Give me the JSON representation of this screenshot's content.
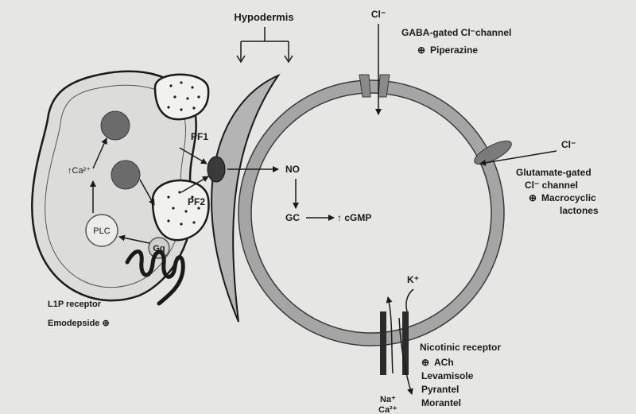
{
  "labels": {
    "hypodermis": "Hypodermis",
    "cl_top": "Cl⁻",
    "gaba_channel": "GABA-gated Cl⁻channel",
    "gaba_agonist_symbol": "⊕",
    "gaba_agonist": "Piperazine",
    "cl_right": "Cl⁻",
    "glutamate_line1": "Glutamate-gated",
    "glutamate_line2": "Cl⁻ channel",
    "glutamate_agonist_symbol": "⊕",
    "glutamate_agonist_line1": "Macrocyclic",
    "glutamate_agonist_line2": "lactones",
    "pf1": "PF1",
    "pf2": "PF2",
    "no": "NO",
    "gc": "GC",
    "cgmp": "↑ cGMP",
    "ca": "↑Ca²⁺",
    "plc": "PLC",
    "gq": "Gq",
    "k": "K⁺",
    "nicotinic": "Nicotinic receptor",
    "nic_agonist_symbol": "⊕",
    "nic_drugs": [
      "ACh",
      "Levamisole",
      "Pyrantel",
      "Morantel"
    ],
    "na": "Na⁺",
    "ca_in": "Ca²⁺",
    "l1p_receptor": "L1P receptor",
    "emodepside": "Emodepside ⊕"
  },
  "colors": {
    "background": "#e6e6e4",
    "ring_fill": "#a8a8a8",
    "ring_stroke": "#3a3a3a",
    "text": "#1a1a1a",
    "dark_vesicle": "#5a5a5a",
    "gray_vesicle": "#9b9b9b",
    "channel_dark": "#2b2b2b",
    "hypodermis_fill": "#b4b4b4"
  }
}
